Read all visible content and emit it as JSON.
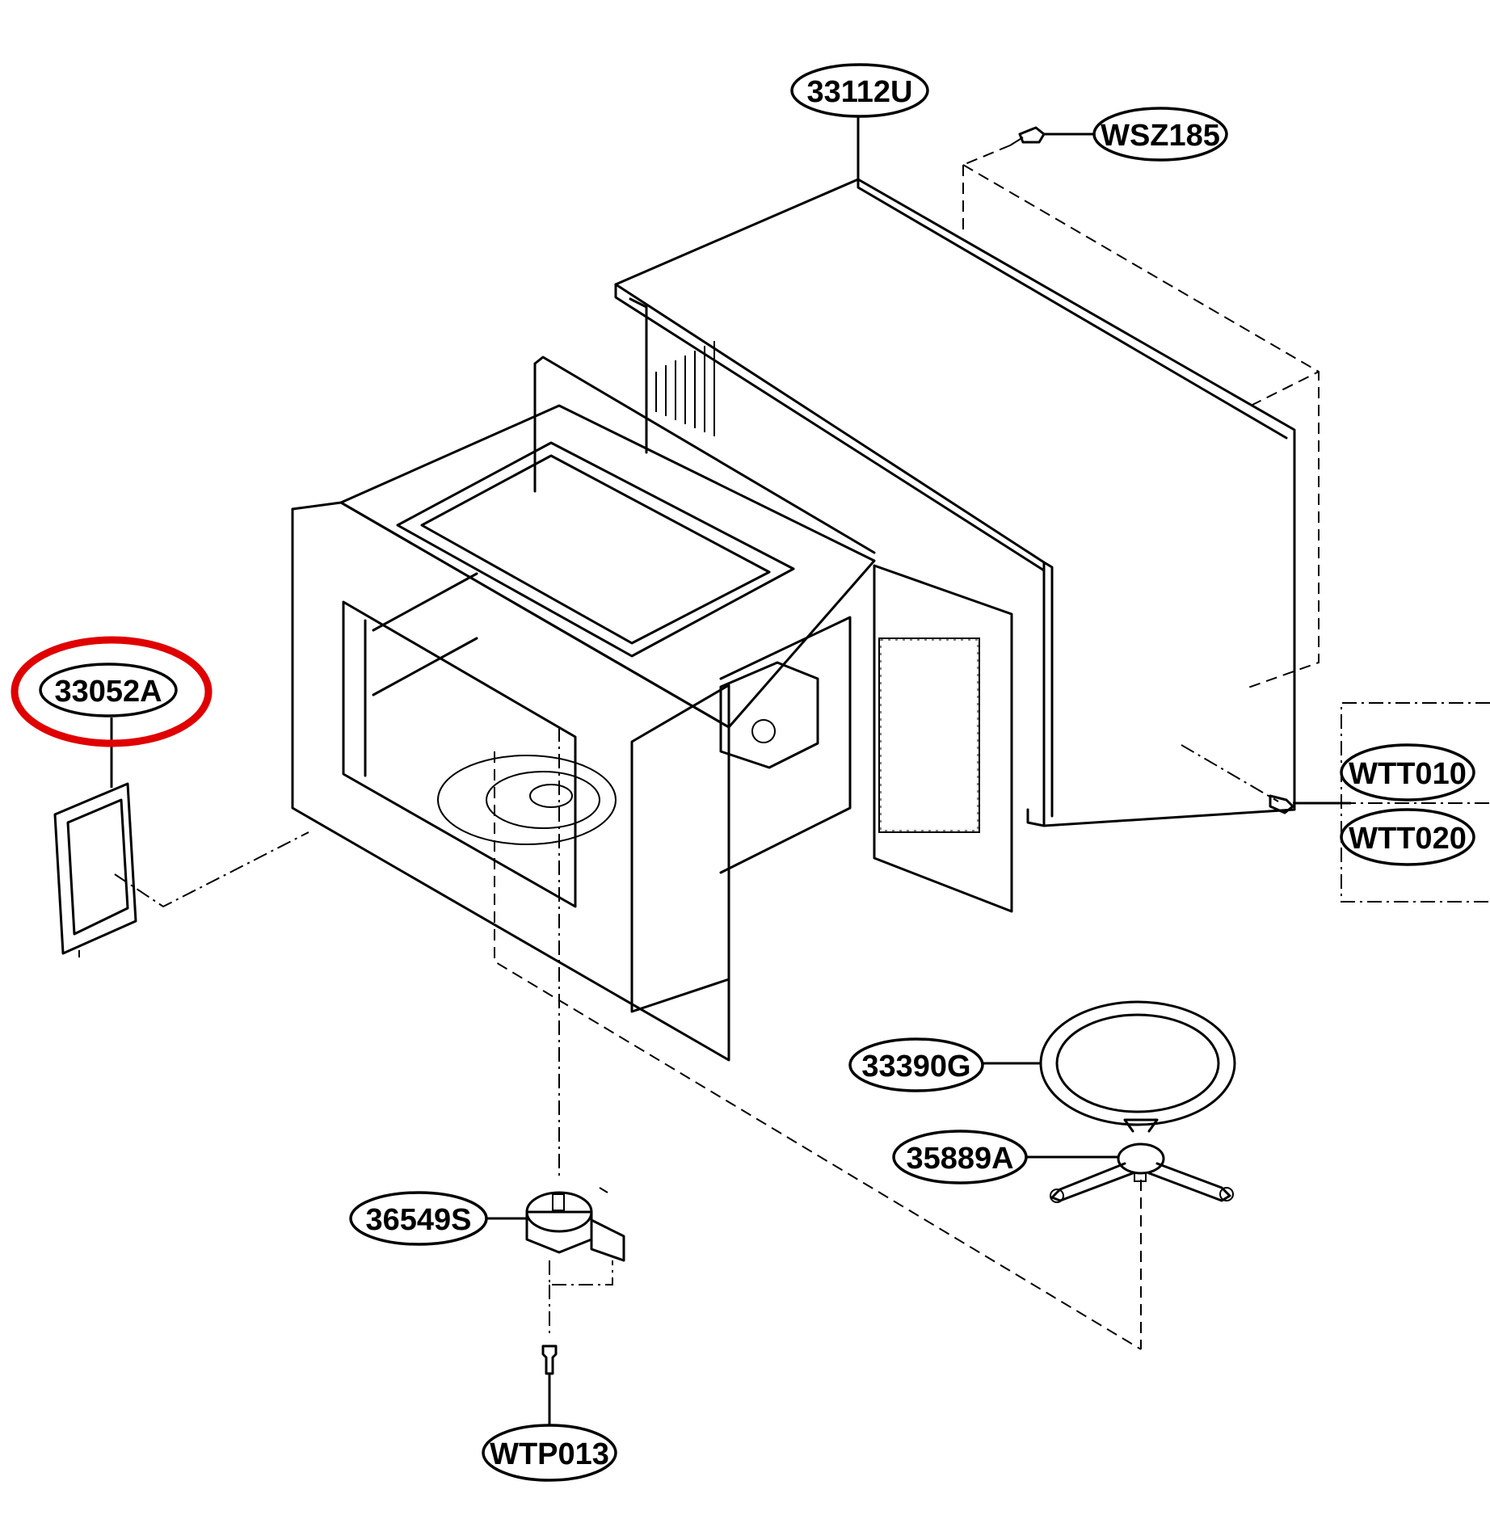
{
  "labels": {
    "cabinet": "33112U",
    "screw_top": "WSZ185",
    "cover": "33052A",
    "screw_side_a": "WTT010",
    "screw_side_b": "WTT020",
    "tray": "33390G",
    "roller": "35889A",
    "motor": "36549S",
    "screw_motor": "WTP013"
  },
  "highlight": {
    "part": "33052A",
    "color": "#e00000"
  }
}
